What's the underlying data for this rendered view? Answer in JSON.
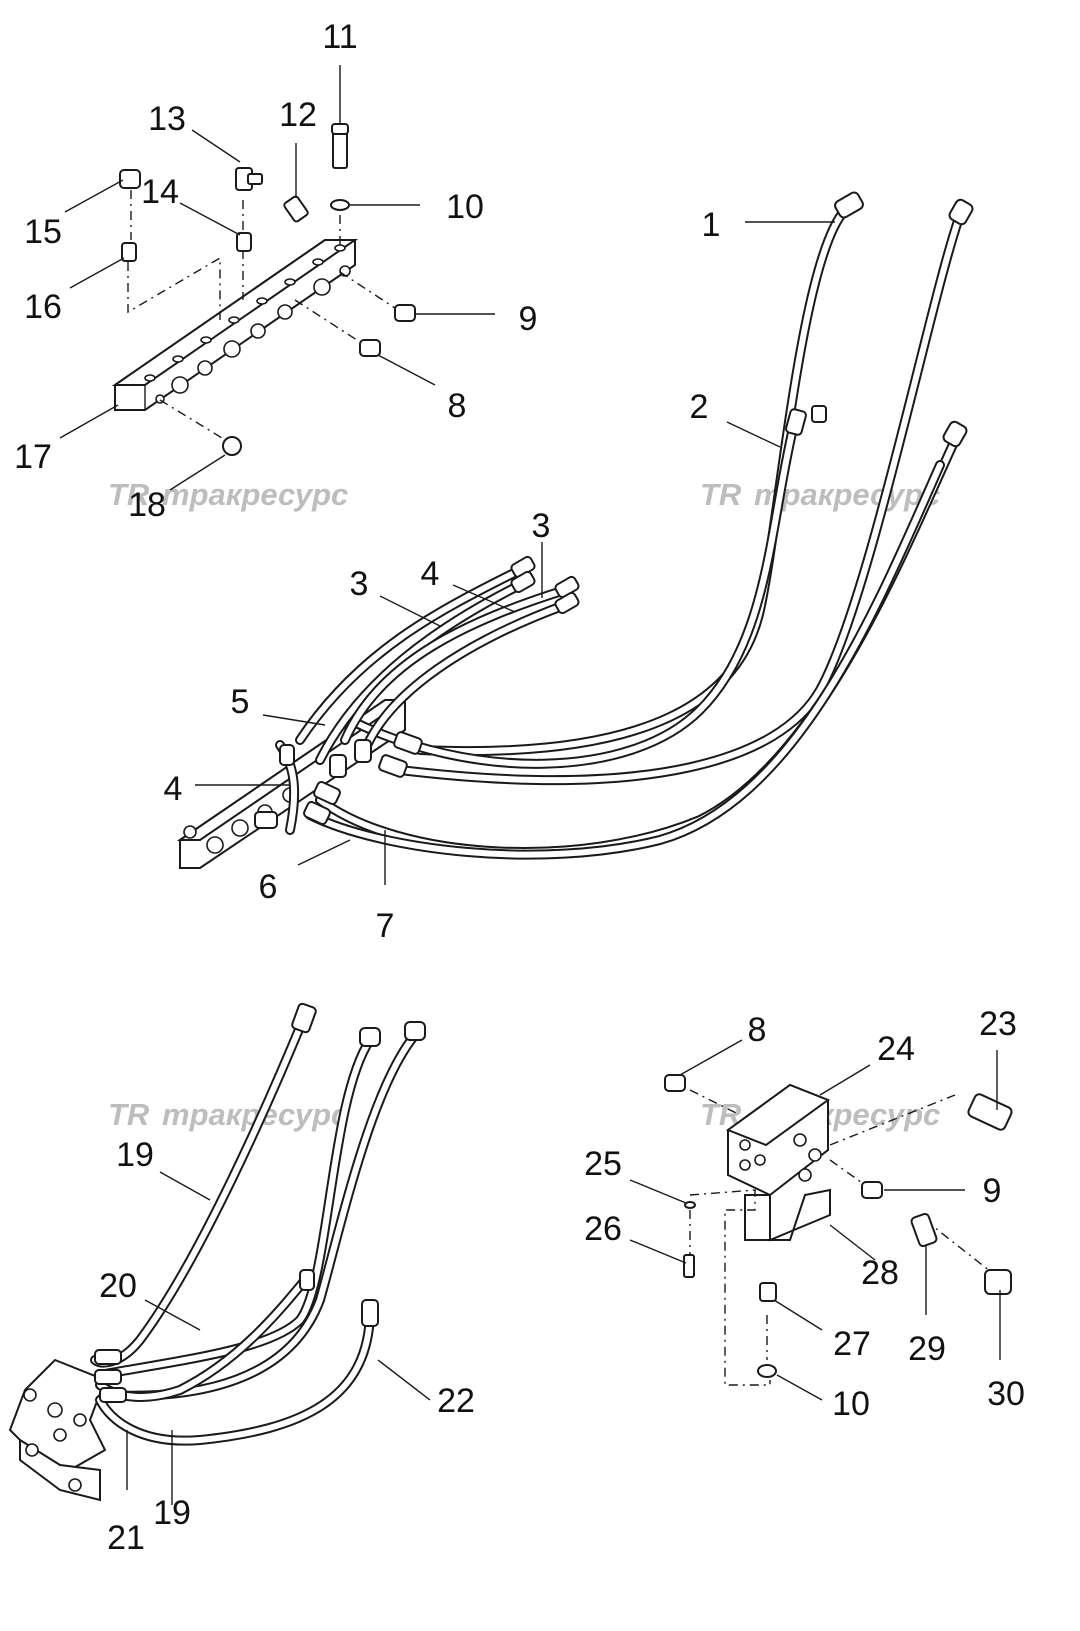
{
  "watermark": {
    "logo": "TR",
    "text": "тракресурс",
    "color": "#bdbdbd"
  },
  "callouts": [
    {
      "id": "c11a",
      "text": "11"
    },
    {
      "id": "c12a",
      "text": "12"
    },
    {
      "id": "c13a",
      "text": "13"
    },
    {
      "id": "c14a",
      "text": "14"
    },
    {
      "id": "c15a",
      "text": "15"
    },
    {
      "id": "c10a",
      "text": "10"
    },
    {
      "id": "c16a",
      "text": "16"
    },
    {
      "id": "c9a",
      "text": "9"
    },
    {
      "id": "c8a",
      "text": "8"
    },
    {
      "id": "c17a",
      "text": "17"
    },
    {
      "id": "c18a",
      "text": "18"
    },
    {
      "id": "c1a",
      "text": "1"
    },
    {
      "id": "c2a",
      "text": "2"
    },
    {
      "id": "c3a",
      "text": "3"
    },
    {
      "id": "c3b",
      "text": "3"
    },
    {
      "id": "c4a",
      "text": "4"
    },
    {
      "id": "c5a",
      "text": "5"
    },
    {
      "id": "c4b",
      "text": "4"
    },
    {
      "id": "c6a",
      "text": "6"
    },
    {
      "id": "c7a",
      "text": "7"
    },
    {
      "id": "c19a",
      "text": "19"
    },
    {
      "id": "c20a",
      "text": "20"
    },
    {
      "id": "c22a",
      "text": "22"
    },
    {
      "id": "c21a",
      "text": "21"
    },
    {
      "id": "c19b",
      "text": "19"
    },
    {
      "id": "c8b",
      "text": "8"
    },
    {
      "id": "c24a",
      "text": "24"
    },
    {
      "id": "c23a",
      "text": "23"
    },
    {
      "id": "c25a",
      "text": "25"
    },
    {
      "id": "c9b",
      "text": "9"
    },
    {
      "id": "c26a",
      "text": "26"
    },
    {
      "id": "c28a",
      "text": "28"
    },
    {
      "id": "c27a",
      "text": "27"
    },
    {
      "id": "c29a",
      "text": "29"
    },
    {
      "id": "c10b",
      "text": "10"
    },
    {
      "id": "c30a",
      "text": "30"
    }
  ]
}
